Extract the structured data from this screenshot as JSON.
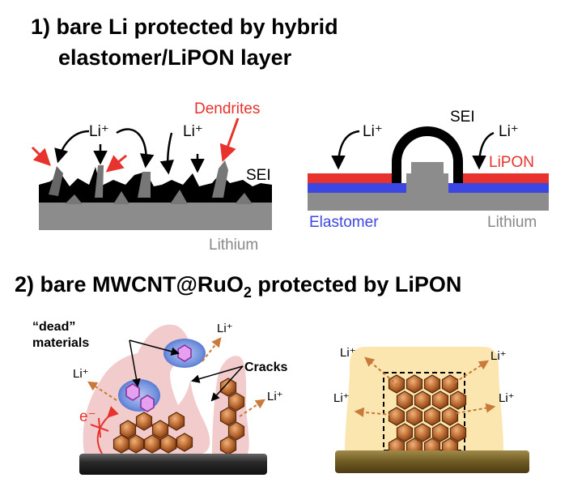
{
  "section1": {
    "title_line1": "1) bare Li protected by hybrid",
    "title_line2": "elastomer/LiPON layer",
    "left": {
      "li_ion_1": "Li⁺",
      "li_ion_2": "Li⁺",
      "dendrites": "Dendrites",
      "sei": "SEI",
      "lithium": "Lithium"
    },
    "right": {
      "li_ion_1": "Li⁺",
      "li_ion_2": "Li⁺",
      "sei": "SEI",
      "lipon": "LiPON",
      "elastomer": "Elastomer",
      "lithium": "Lithium"
    }
  },
  "section2": {
    "title_main": "2) bare MWCNT@RuO",
    "title_sub": "2",
    "title_end": " protected by LiPON",
    "left": {
      "dead_line1": "“dead”",
      "dead_line2": "materials",
      "li_ion_top": "Li⁺",
      "li_ion_left": "Li⁺",
      "li_ion_right": "Li⁺",
      "cracks": "Cracks",
      "electron": "e⁻"
    },
    "right": {
      "li_ion_tl": "Li⁺",
      "li_ion_tr": "Li⁺",
      "li_ion_bl": "Li⁺",
      "li_ion_br": "Li⁺"
    }
  },
  "colors": {
    "lipon_red": "#e8322d",
    "elastomer_blue": "#3b47e0",
    "lithium_gray": "#8c8c8c",
    "sei_black": "#000000",
    "dead_pink": "#f2cccc",
    "lipon_yellow": "#fbe6b0",
    "particle_brown": "#b5642c",
    "arrow_orange": "#c9793a"
  }
}
